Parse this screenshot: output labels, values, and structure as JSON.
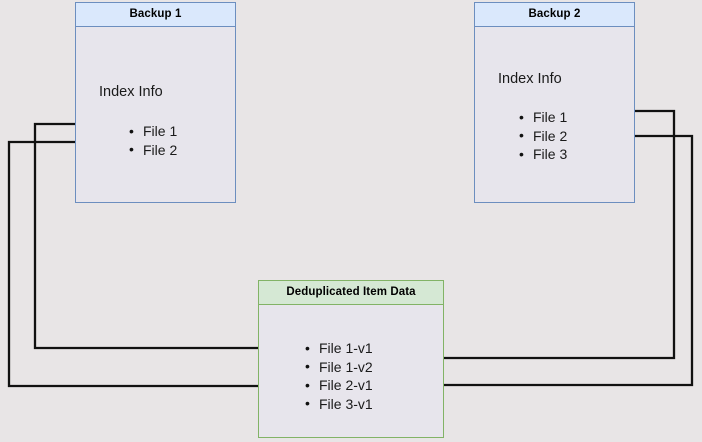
{
  "diagram": {
    "title_semantic": "backup-deduplication-diagram",
    "background_color": "#e8e5e6",
    "edge_color": "#111111",
    "palette": {
      "blue_fill": "#dae8fc",
      "blue_stroke": "#6c8ebf",
      "green_fill": "#d5e8d4",
      "green_stroke": "#82b366",
      "body_fill": "#e7e5ec"
    }
  },
  "nodes": {
    "backup1": {
      "title": "Backup 1",
      "section_label": "Index Info",
      "files": [
        {
          "label": "File 1"
        },
        {
          "label": "File 2"
        }
      ]
    },
    "backup2": {
      "title": "Backup 2",
      "section_label": "Index Info",
      "files": [
        {
          "label": "File 1"
        },
        {
          "label": "File 2"
        },
        {
          "label": "File 3"
        }
      ]
    },
    "dedup": {
      "title": "Deduplicated Item Data",
      "items": [
        {
          "label": "File 1-v1"
        },
        {
          "label": "File 1-v2"
        },
        {
          "label": "File 2-v1"
        },
        {
          "label": "File 3-v1"
        }
      ]
    }
  },
  "edges": [
    {
      "name": "backup1-file1-to-file1v1",
      "from": "Backup 1 / File 1",
      "to": "File 1-v1",
      "routing": "left-down-right"
    },
    {
      "name": "backup1-file2-to-file2v1",
      "from": "Backup 1 / File 2",
      "to": "File 2-v1",
      "routing": "left-down-right"
    },
    {
      "name": "backup2-file1-to-file1v2",
      "from": "Backup 2 / File 1",
      "to": "File 1-v2",
      "routing": "right-down-left"
    },
    {
      "name": "backup2-file2-to-file2v1",
      "from": "Backup 2 / File 2",
      "to": "File 2-v1",
      "routing": "right-down-left"
    }
  ]
}
